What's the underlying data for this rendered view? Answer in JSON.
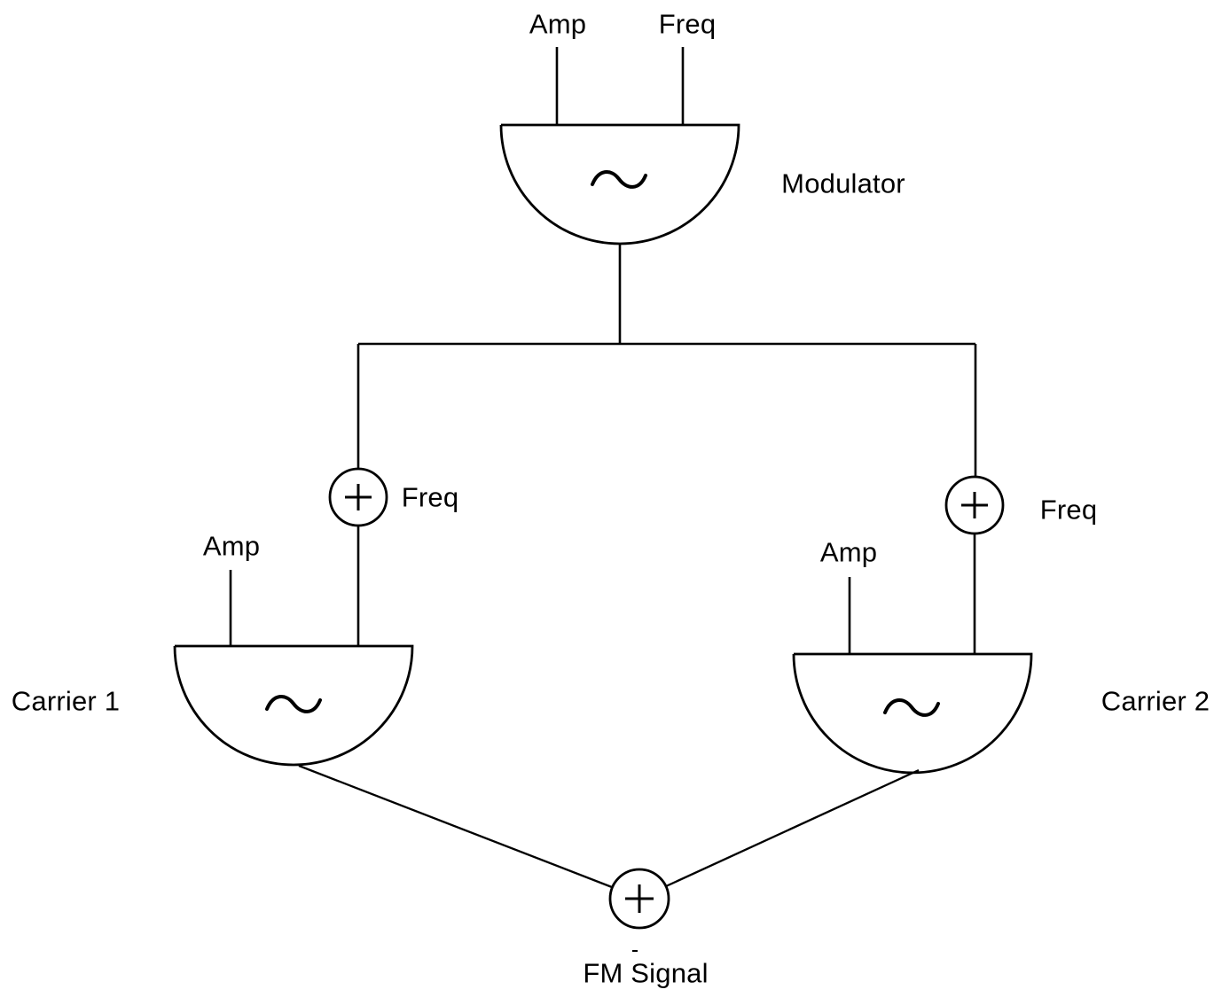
{
  "diagram": {
    "nodes": {
      "modulator": {
        "label": "Modulator",
        "inputs": {
          "amp": "Amp",
          "freq": "Freq"
        }
      },
      "carrier1": {
        "label": "Carrier 1",
        "inputs": {
          "amp": "Amp",
          "freq": "Freq"
        }
      },
      "carrier2": {
        "label": "Carrier 2",
        "inputs": {
          "amp": "Amp",
          "freq": "Freq"
        }
      },
      "output_sum": {
        "label": "FM Signal"
      }
    },
    "icons": {
      "oscillator": "semicircle-oscillator",
      "sine": "sine-wave-icon",
      "adder": "plus-circle-icon"
    },
    "colors": {
      "ink": "#000000",
      "background": "#ffffff"
    }
  }
}
